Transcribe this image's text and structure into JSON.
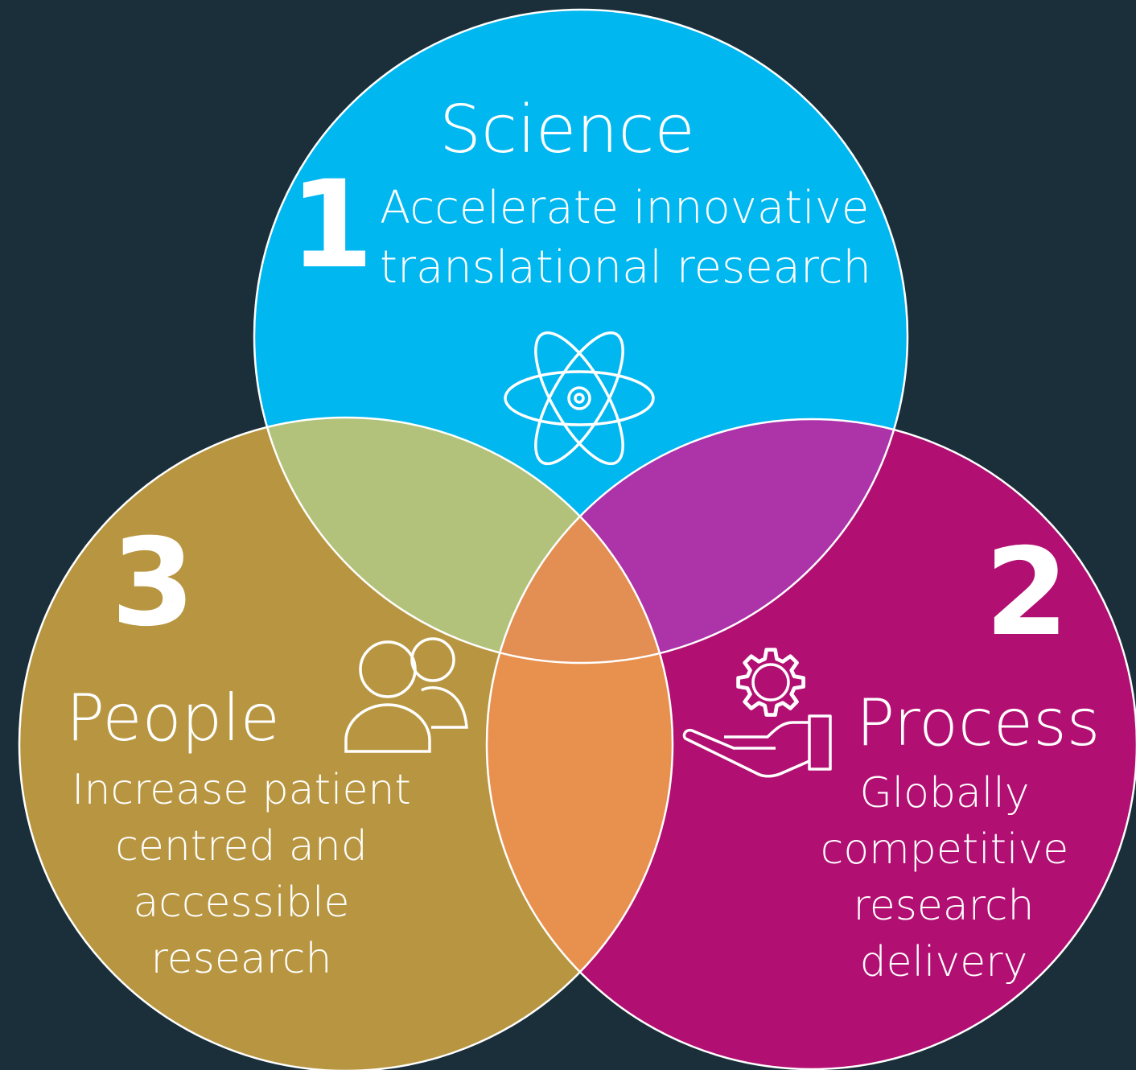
{
  "colors": {
    "background": "#1a2f3a",
    "science": "#00b7ef",
    "process": "#b20f73",
    "people": "#b89641",
    "science_people_overlap": "#b3c27a",
    "science_process_overlap": "#ac33a8",
    "center_overlap": "#e38e53",
    "people_process_overlap": "#e8914f",
    "outline": "#ffffff"
  },
  "science": {
    "number": "1",
    "title": "Science",
    "lines": [
      "Accelerate innovative",
      "translational research"
    ],
    "icon": "atom-icon"
  },
  "process": {
    "number": "2",
    "title": "Process",
    "lines": [
      "Globally",
      "competitive",
      "research",
      "delivery"
    ],
    "icon": "hand-gear-icon"
  },
  "people": {
    "number": "3",
    "title": "People",
    "lines": [
      "Increase patient",
      "centred and",
      "accessible",
      "research"
    ],
    "icon": "people-icon"
  }
}
